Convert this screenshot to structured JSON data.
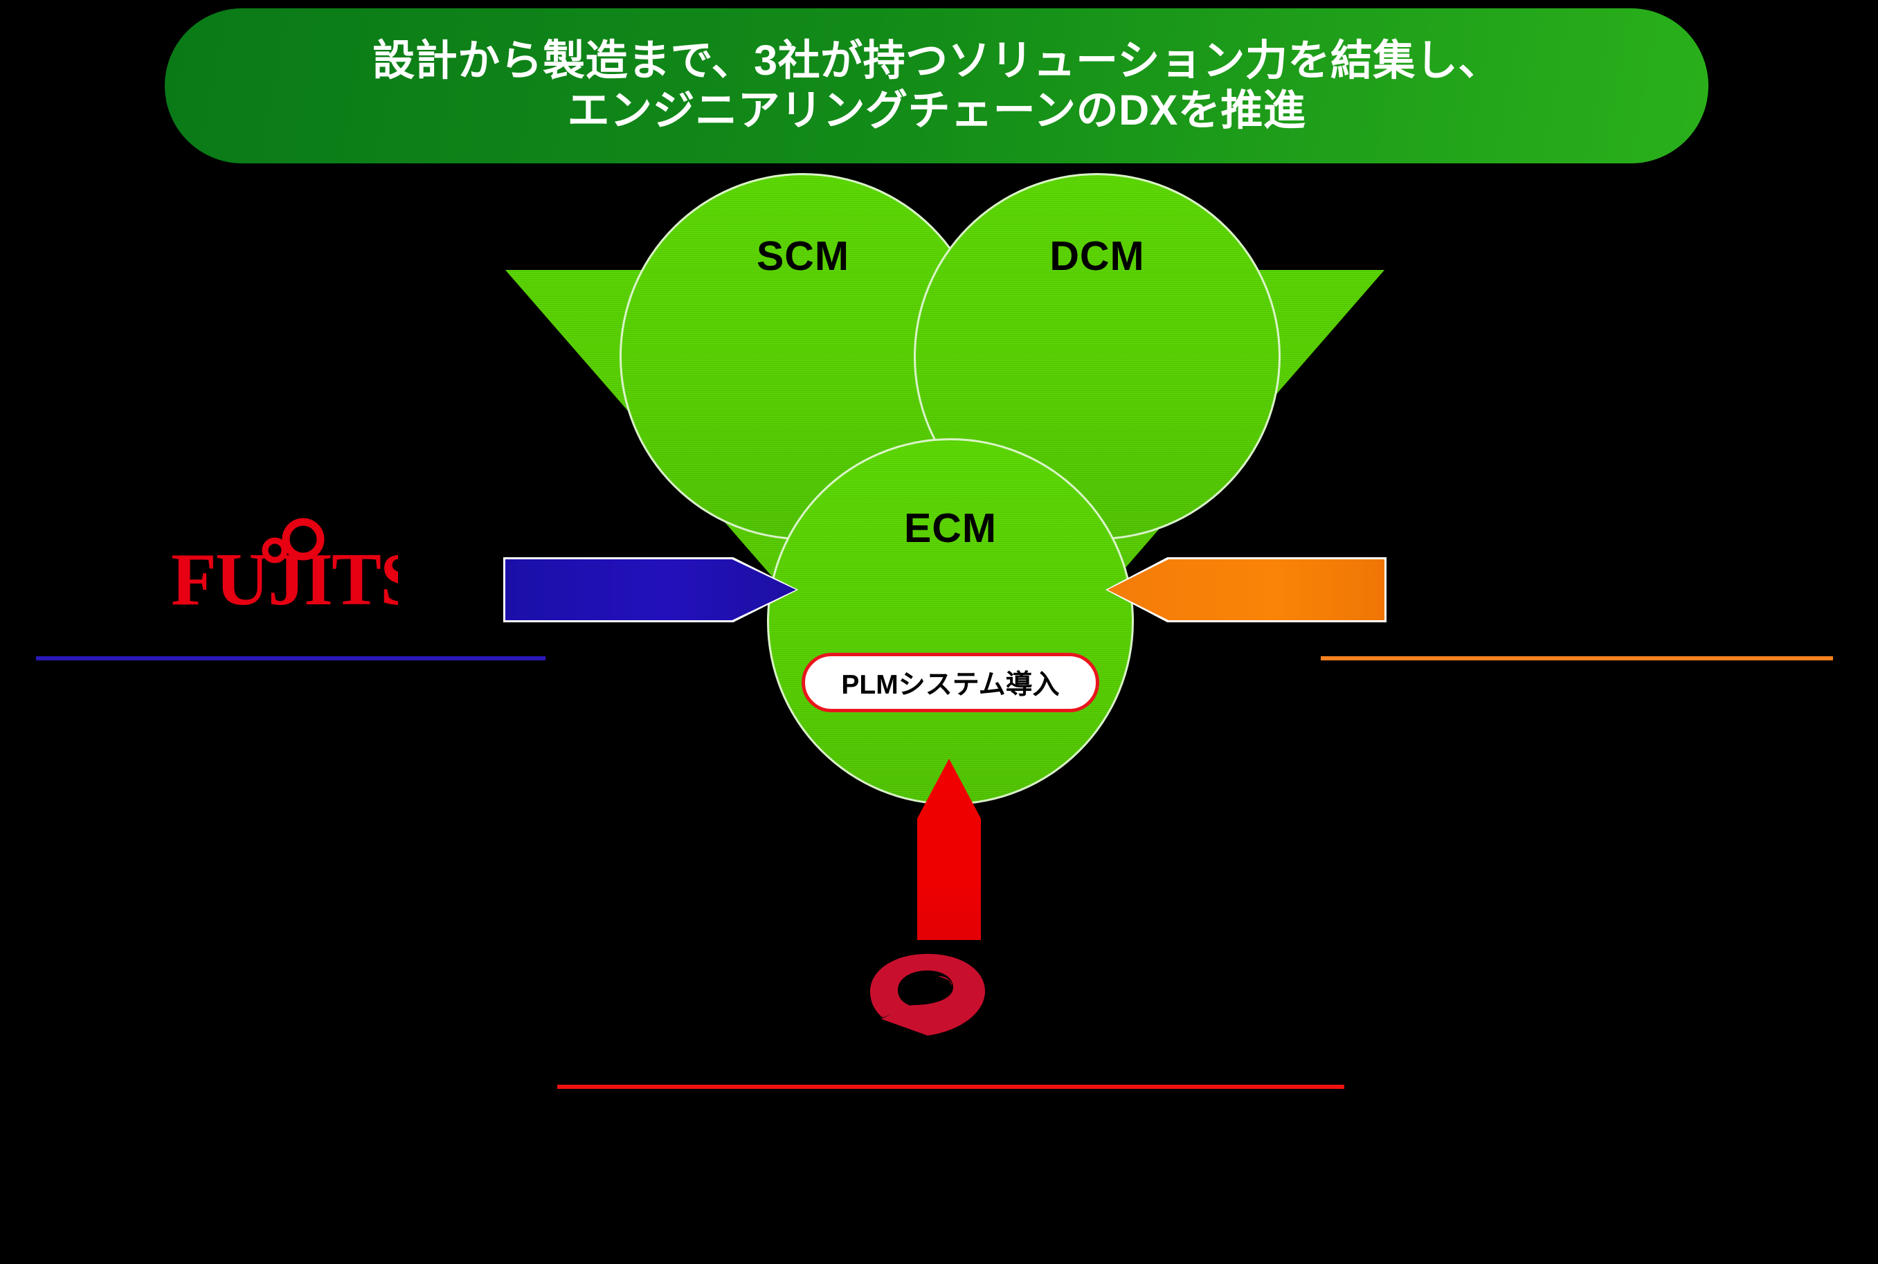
{
  "title": {
    "line1": "設計から製造まで、3社が持つソリューション力を結集し、",
    "line2": "エンジニアリングチェーンのDXを推進",
    "background_color": "#128a18",
    "text_color": "#ffffff"
  },
  "diagram": {
    "funnel_color": "#55cc00",
    "circles": [
      {
        "id": "scm",
        "label": "SCM",
        "fill": "#56cf00",
        "stroke": "#ffffff"
      },
      {
        "id": "dcm",
        "label": "DCM",
        "fill": "#56cf00",
        "stroke": "#ffffff"
      },
      {
        "id": "ecm",
        "label": "ECM",
        "fill": "#56cf00",
        "stroke": "#ffffff"
      }
    ],
    "badge": {
      "label": "PLMシステム導入",
      "fill": "#ffffff",
      "border_color": "#e8161c",
      "text_color": "#000000"
    },
    "arrows": [
      {
        "id": "left-arrow",
        "direction": "right",
        "color": "#2211bb",
        "outline": "#ffffff"
      },
      {
        "id": "right-arrow",
        "direction": "left",
        "color": "#f98407",
        "outline": "#ffffff"
      },
      {
        "id": "bottom-arrow",
        "direction": "up",
        "color": "#ee0000",
        "outline": "none"
      }
    ]
  },
  "logos": {
    "fujitsu": {
      "name": "FUJITSU",
      "wordmark": "FUJITSU",
      "color": "#e60012"
    },
    "swirl": {
      "name": "swirl-mark",
      "color": "#c8102e"
    }
  },
  "rules": [
    {
      "id": "blue-rule",
      "color": "#2b18b8"
    },
    {
      "id": "orange-rule",
      "color": "#f5821f"
    },
    {
      "id": "red-rule",
      "color": "#ee1111"
    }
  ]
}
